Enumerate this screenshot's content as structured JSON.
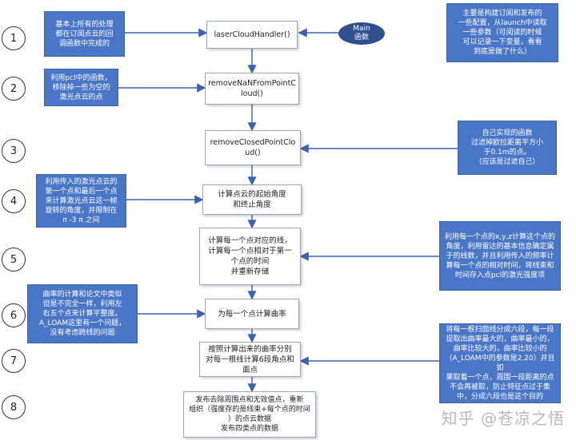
{
  "main_oval": "Main\n函数",
  "steps": [
    {
      "n": "1",
      "box": "laserCloudHandler()"
    },
    {
      "n": "2",
      "box": "removeNaNFromPointC\nloud()"
    },
    {
      "n": "3",
      "box": "removeClosedPointClo\nud()"
    },
    {
      "n": "4",
      "box": "计算点云的起始角度\n和终止角度"
    },
    {
      "n": "5",
      "box": "计算每一个点对应的线，\n计算每一个点相对于第一\n个点的时间\n并重新存储"
    },
    {
      "n": "6",
      "box": "为每一个点计算曲率"
    },
    {
      "n": "7",
      "box": "按照计算出来的曲率分别\n对每一根线计算6段角点和\n面点"
    },
    {
      "n": "8",
      "box": "发布去除周围点和无效值点，重新\n组织（强度存的是线束+每个点的时间\n）的点云数据\n发布四类点的数据"
    }
  ],
  "notes": {
    "n1": "基本上所有的处理\n都在订阅点云的回\n调函数中完成的",
    "main": "主要是构建订阅和发布的\n一些配置，从launch中读取\n一些参数（可阅读的时候\n可以记录一下变量，看看\n到底是做了什么）",
    "n2": "利用pcl中的函数，\n移除掉一些为空的\n激光点云的点",
    "n3": "自己实现的函数\n过滤掉欧拉距离平方小\n于0.1m的点。\n（应该是过滤自己）",
    "n4": "利用传入的激光点云的\n第一个点和最后一个点\n来计算激光点云这一帧\n旋转的角度，并限制在\nπ -3 π 之间",
    "n5": "利用每一个点的x,y,z计算这个点的\n角度，利用雷达的基本信息确定属\n于的线数，并且利用传入的频率计\n算每一个点的相对时间，将线束和\n时间存入点pcl的激光强度项",
    "n6": "曲率的计算和论文中类似\n但是不完全一样，利用左\n右五个点来计算平整度。\nA_LOAM这里有一个问题，\n没有考虑跨线的问题",
    "n7": "将每一根扫面线分成六段，每一段\n提取出曲率最大的，曲率最小的，\n曲率比较大的，曲率比较小的\n（A_LOAM中的参数是2,20）并且如\n果取着一个点，周围一段距离的点\n不会再被取，防止特征点过于集\n中，分成六段也是这个目的"
  },
  "watermark": "知乎 @苍凉之悟"
}
